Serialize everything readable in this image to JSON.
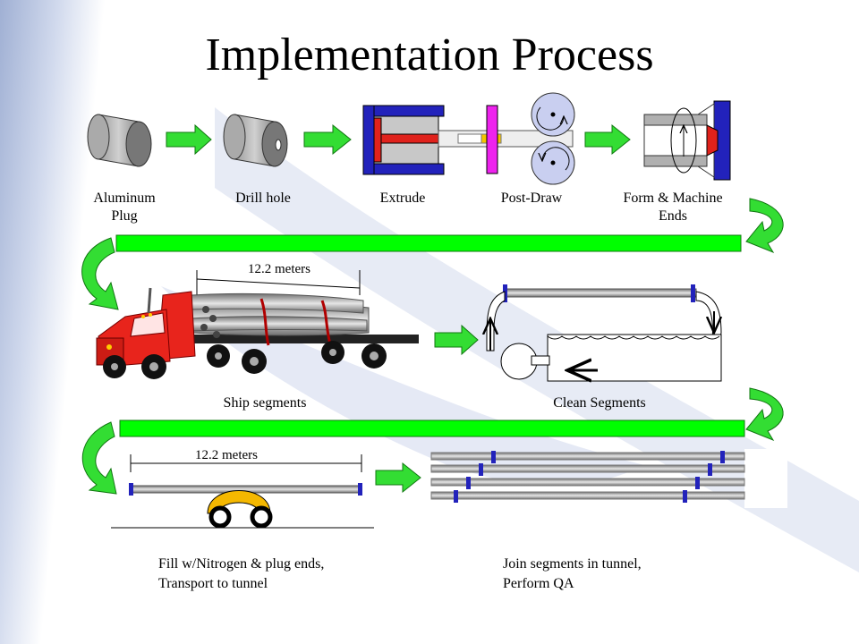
{
  "title": "Implementation Process",
  "steps_top": {
    "aluminum_plug": "Aluminum\nPlug",
    "drill_hole": "Drill hole",
    "extrude": "Extrude",
    "post_draw": "Post-Draw",
    "form_machine": "Form & Machine\nEnds"
  },
  "steps_mid": {
    "dimension": "12.2 meters",
    "ship": "Ship segments",
    "clean": "Clean Segments"
  },
  "steps_bottom": {
    "dimension": "12.2 meters",
    "fill": "Fill w/Nitrogen & plug ends,\nTransport to tunnel",
    "join": "Join segments in tunnel,\nPerform QA"
  },
  "colors": {
    "arrow_green": "#33dd33",
    "bar_green": "#00ff00",
    "truck_red": "#e8241c",
    "die_blue": "#2222bb",
    "post_draw_magenta": "#ee22ee",
    "cart_yellow": "#f5b800"
  }
}
